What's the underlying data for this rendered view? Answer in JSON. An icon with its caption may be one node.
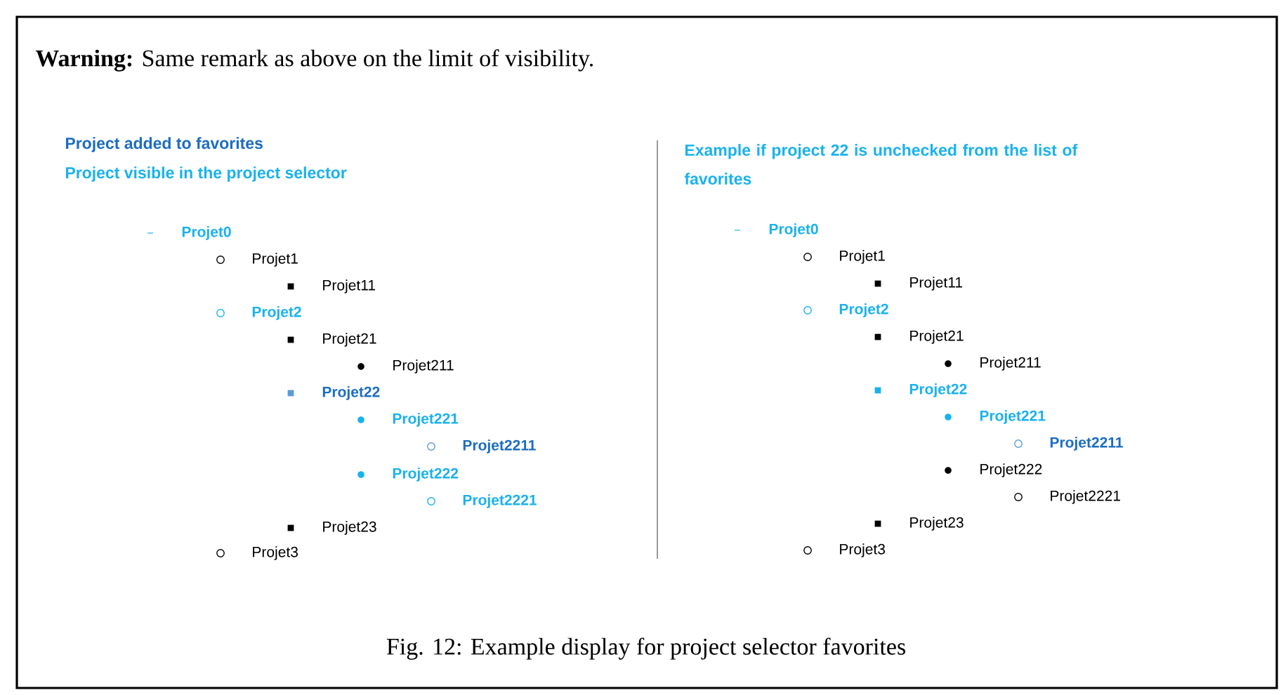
{
  "diagram": {
    "caption": "Fig. 12: Example display for project selector favorites",
    "nodes": [
      {
        "text": [
          "**Warning:** Same remark as above on the limit of visibility."
        ]
      }
    ],
    "labels": [
      "Project added to favorites",
      "Project visible in the project selector",
      "Projet0",
      "Projet1",
      "Projet11",
      "Projet2",
      "Projet21",
      "Projet211",
      "Projet22",
      "Projet221",
      "Projet2211",
      "Projet222",
      "Projet2221",
      "Projet23",
      "Projet3",
      "Example if project 22 is unchecked from the list of favorites",
      "Projet0",
      "Projet1",
      "Projet11",
      "Projet2",
      "Projet21",
      "Projet211",
      "Projet22",
      "Projet221",
      "Projet2211",
      "Projet222",
      "Projet2221",
      "Projet23",
      "Projet3"
    ]
  }
}
